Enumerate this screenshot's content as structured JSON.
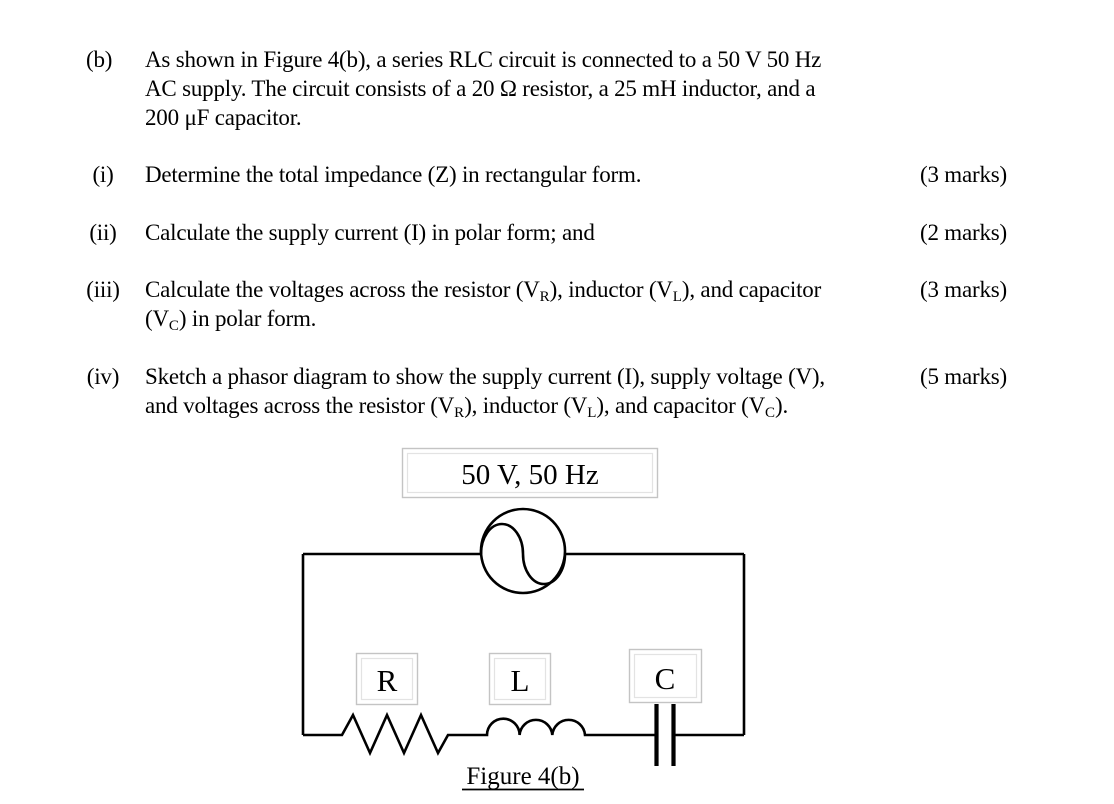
{
  "page": {
    "background": "#ffffff",
    "text_color": "#000000"
  },
  "question": {
    "part_label": "(b)",
    "intro_lines": [
      "As shown in Figure 4(b), a series RLC circuit is connected to a 50 V 50 Hz",
      "AC supply. The circuit consists of a 20 Ω resistor, a 25 mH inductor, and a",
      "200 μF capacitor."
    ],
    "item_i": {
      "numeral": "(i)",
      "text": "Determine the total impedance (Z) in rectangular form.",
      "marks": "(3 marks)"
    },
    "item_ii": {
      "numeral": "(ii)",
      "text": "Calculate the supply current (I) in polar form; and",
      "marks": "(2 marks)"
    },
    "item_iii": {
      "numeral": "(iii)",
      "marks": "(3 marks)",
      "line1": {
        "p1": "Calculate the voltages across the resistor (V",
        "s1": "R",
        "p2": "), inductor (V",
        "s2": "L",
        "p3": "), and capacitor"
      },
      "line2": {
        "p1": "(V",
        "s1": "C",
        "p2": ") in polar form."
      }
    },
    "item_iv": {
      "numeral": "(iv)",
      "marks": "(5 marks)",
      "line1": "Sketch a phasor diagram to show the supply current (I), supply voltage (V),",
      "line2": {
        "p1": "and voltages across the resistor (V",
        "s1": "R",
        "p2": "), inductor (V",
        "s2": "L",
        "p3": "), and capacitor (V",
        "s3": "C",
        "p4": ")."
      }
    }
  },
  "figure": {
    "source_label": "50 V, 50 Hz",
    "resistor_label": "R",
    "inductor_label": "L",
    "capacitor_label": "C",
    "caption": "Figure 4(b)",
    "wire_color": "#000000",
    "label_box_border": "#c4c4c4"
  }
}
